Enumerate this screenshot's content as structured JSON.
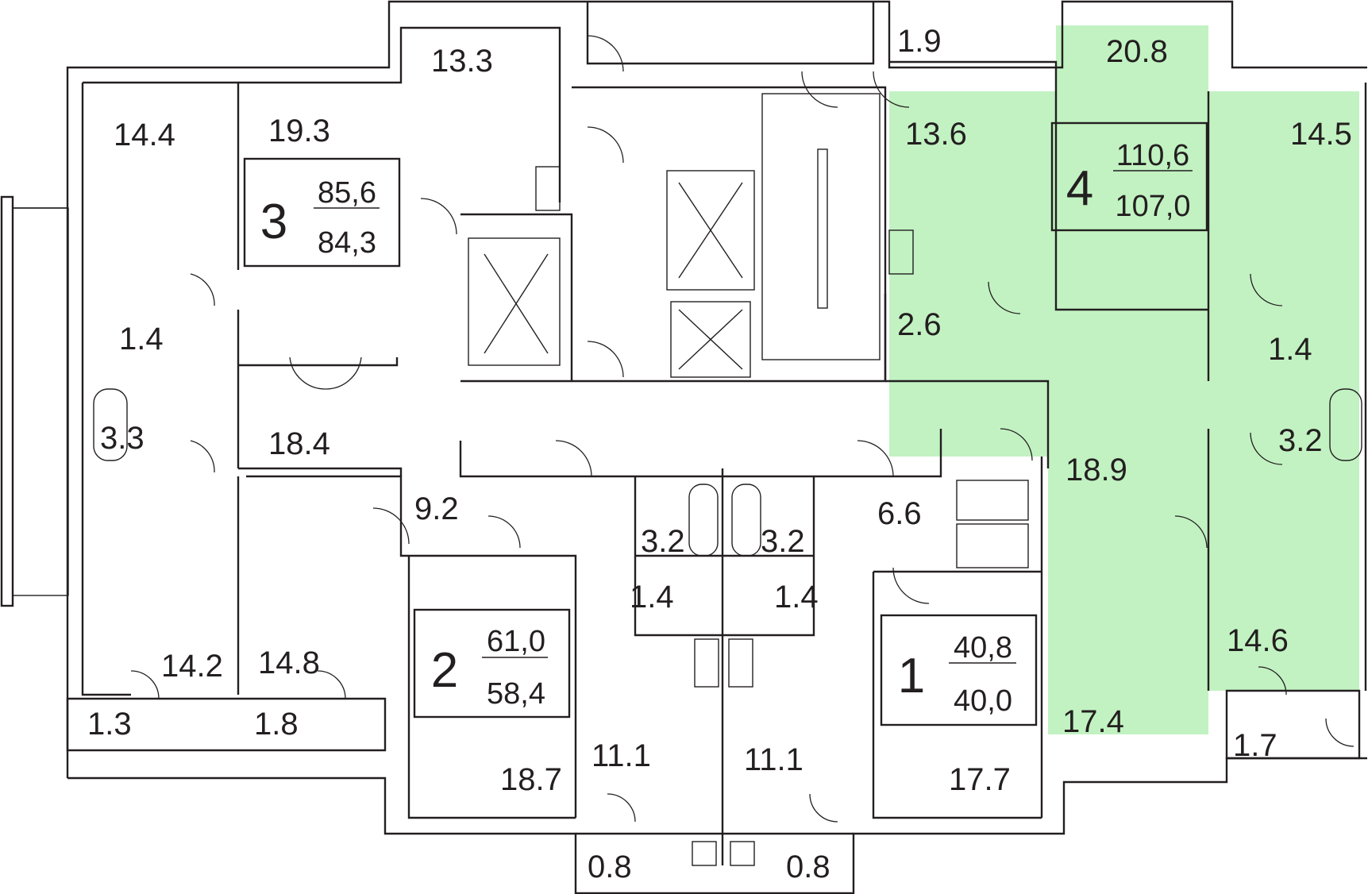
{
  "colors": {
    "highlight": "#c2f2c2",
    "line": "#231f20",
    "background": "#ffffff"
  },
  "apartments": [
    {
      "number": "3",
      "total": "85,6",
      "living": "84,3"
    },
    {
      "number": "4",
      "total": "110,6",
      "living": "107,0"
    },
    {
      "number": "2",
      "total": "61,0",
      "living": "58,4"
    },
    {
      "number": "1",
      "total": "40,8",
      "living": "40,0"
    }
  ],
  "rooms": [
    "13.3",
    "1.9",
    "20.8",
    "14.4",
    "19.3",
    "13.6",
    "14.5",
    "1.4",
    "2.6",
    "1.4",
    "3.3",
    "18.4",
    "18.9",
    "3.2",
    "9.2",
    "3.2",
    "3.2",
    "6.6",
    "1.4",
    "1.4",
    "14.2",
    "14.8",
    "14.6",
    "1.3",
    "1.8",
    "17.4",
    "1.7",
    "18.7",
    "11.1",
    "11.1",
    "17.7",
    "0.8",
    "0.8"
  ]
}
